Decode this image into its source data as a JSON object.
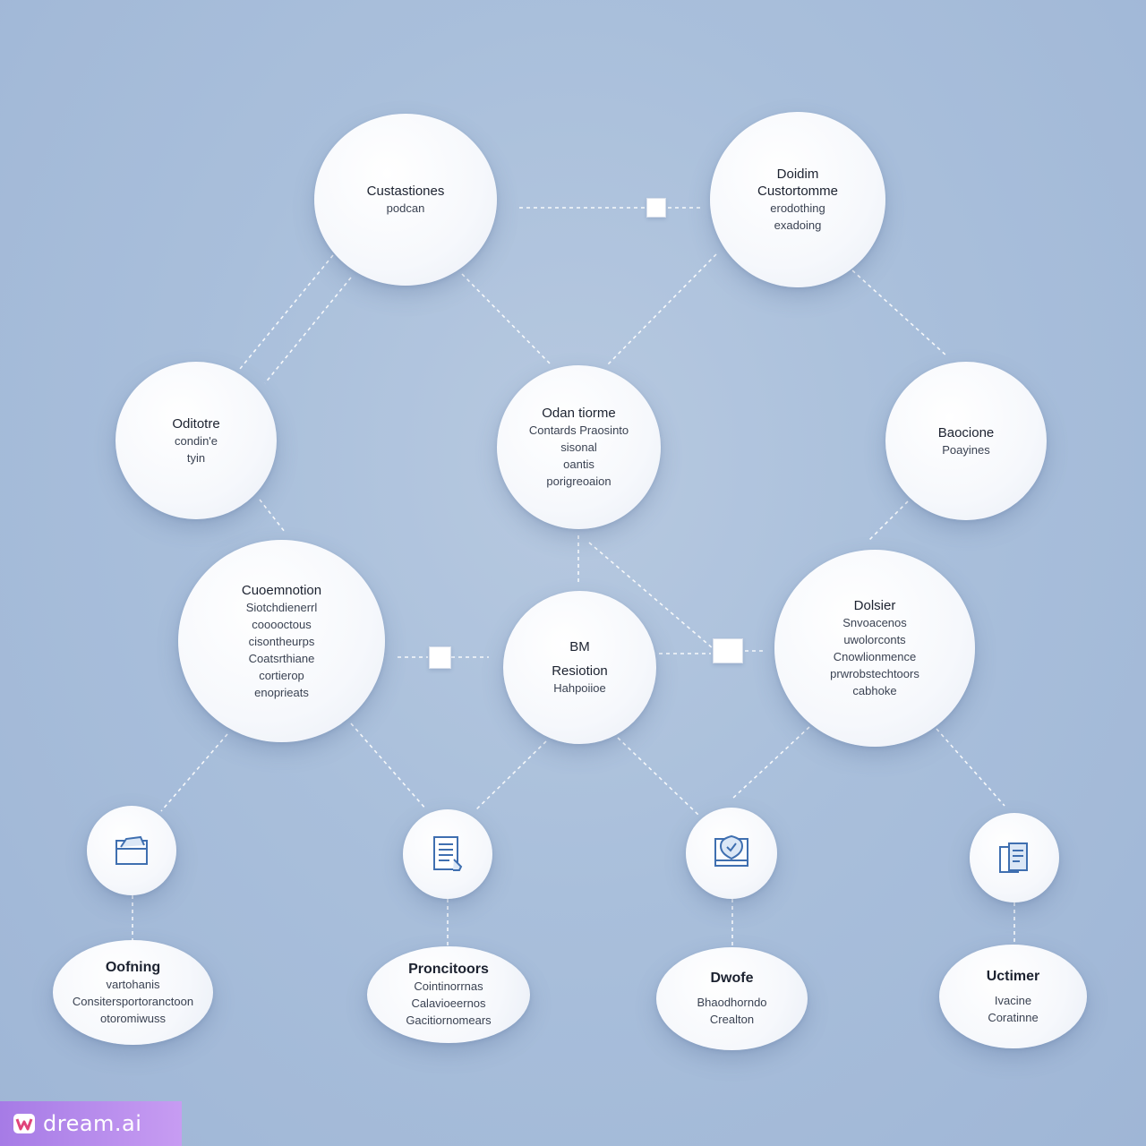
{
  "nodes": {
    "top_left": {
      "title": "Custastiones",
      "lines": [
        "podcan"
      ]
    },
    "top_right": {
      "title": "Doidim",
      "lines": [
        "Custortomme",
        "erodothing",
        "exadoing"
      ]
    },
    "mid_left": {
      "title": "Oditotre",
      "lines": [
        "condin'e",
        "tyin"
      ]
    },
    "mid_center": {
      "title": "Odan tiorme",
      "lines": [
        "Contards Praosinto",
        "sisonal",
        "oantis",
        "porigreoaion"
      ]
    },
    "mid_right": {
      "title": "Baocione",
      "lines": [
        "Poayines"
      ]
    },
    "low_left": {
      "title": "Cuoemnotion",
      "lines": [
        "Siotchdienerrl",
        "cooooctous",
        "cisontheurps",
        "Coatsrthiane",
        "cortierop",
        "enoprieats"
      ]
    },
    "low_center": {
      "title": "BM",
      "lines": [
        "Resiotion",
        "Hahpoiioe"
      ]
    },
    "low_right": {
      "title": "Dolsier",
      "lines": [
        "Snvoacenos",
        "uwolorconts",
        "Cnowlionmence",
        "prwrobstechtoors",
        "cabhoke"
      ]
    },
    "bottom_1": {
      "title": "Oofning",
      "lines": [
        "vartohanis",
        "Consitersportoranctoon",
        "otoromiwuss"
      ]
    },
    "bottom_2": {
      "title": "Proncitoors",
      "lines": [
        "Cointinorrnas",
        "Calavioeernos",
        "Gacitiornomears"
      ]
    },
    "bottom_3": {
      "title": "Dwofe",
      "lines": [
        "Bhaodhorndo",
        "Crealton"
      ]
    },
    "bottom_4": {
      "title": "Uctimer",
      "lines": [
        "Ivacine",
        "Coratinne"
      ]
    }
  },
  "icons": {
    "icon_1": "folder-icon",
    "icon_2": "document-icon",
    "icon_3": "shield-monitor-icon",
    "icon_4": "files-icon"
  },
  "colors": {
    "background": "#a9bfdb",
    "node_fill": "#ffffff",
    "icon_stroke": "#3f6fb0",
    "brand_bar": "#b48be8"
  },
  "watermark": {
    "text": "dream.ai"
  }
}
